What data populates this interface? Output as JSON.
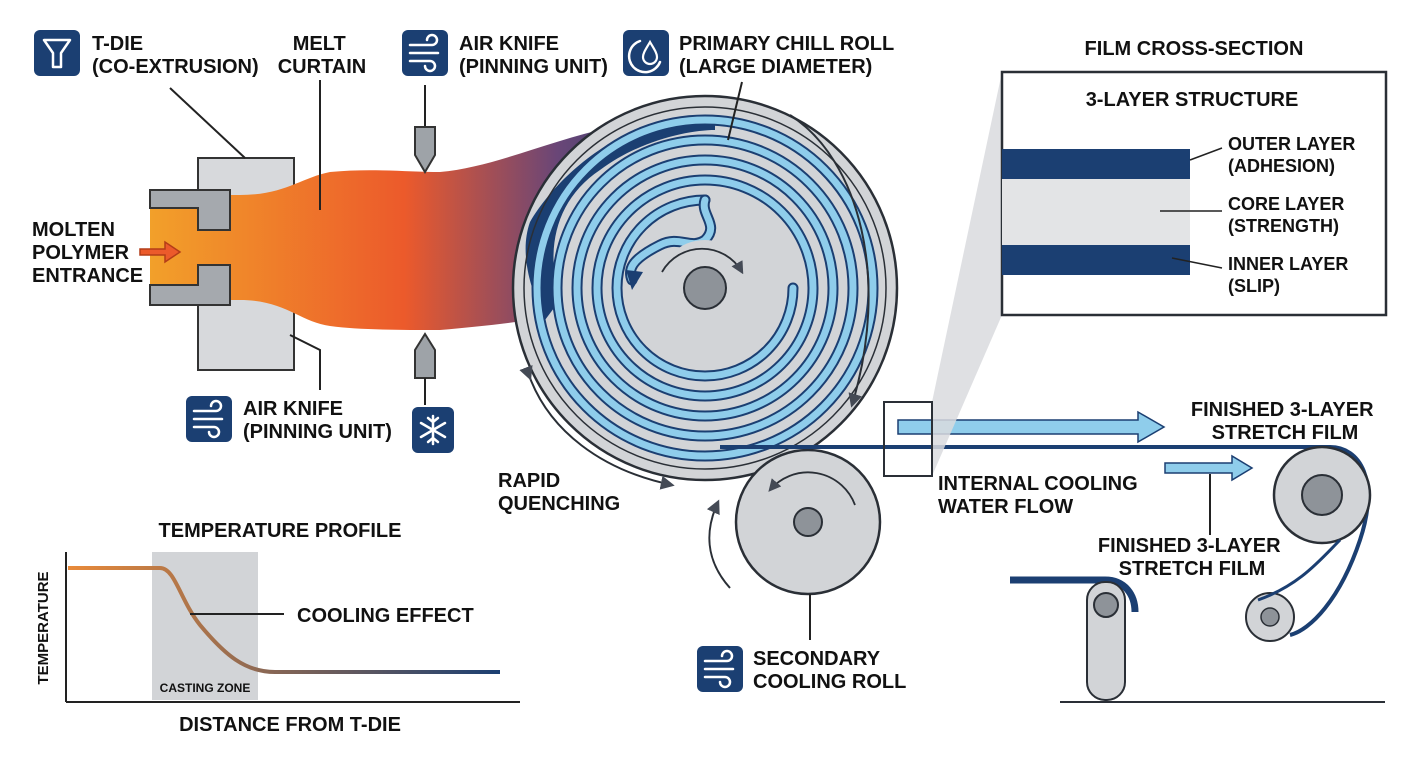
{
  "labels": {
    "t_die": [
      "T-DIE",
      "(CO-EXTRUSION)"
    ],
    "melt_curtain": [
      "MELT",
      "CURTAIN"
    ],
    "air_knife_top": [
      "AIR KNIFE",
      "(PINNING UNIT)"
    ],
    "chill_roll": [
      "PRIMARY CHILL ROLL",
      "(LARGE DIAMETER)"
    ],
    "molten_polymer": [
      "MOLTEN",
      "POLYMER",
      "ENTRANCE"
    ],
    "air_knife_bottom": [
      "AIR KNIFE",
      "(PINNING UNIT)"
    ],
    "rapid_quenching": [
      "RAPID",
      "QUENCHING"
    ],
    "internal_cooling": [
      "INTERNAL COOLING",
      "WATER FLOW"
    ],
    "finished_film_1": [
      "FINISHED 3-LAYER",
      "STRETCH FILM"
    ],
    "finished_film_2": [
      "FINISHED 3-LAYER",
      "STRETCH FILM"
    ],
    "secondary_roll": [
      "SECONDARY",
      "COOLING ROLL"
    ]
  },
  "cross_section": {
    "title": "FILM CROSS-SECTION",
    "structure": "3-LAYER STRUCTURE",
    "outer": [
      "OUTER LAYER",
      "(ADHESION)"
    ],
    "core": [
      "CORE LAYER",
      "(STRENGTH)"
    ],
    "inner": [
      "INNER LAYER",
      "(SLIP)"
    ]
  },
  "temperature_chart": {
    "title": "TEMPERATURE PROFILE",
    "ylabel": "TEMPERATURE",
    "xlabel": "DISTANCE FROM T-DIE",
    "zone_label": "CASTING ZONE",
    "annotation": "COOLING EFFECT"
  },
  "icons": {
    "t_die": "funnel-icon",
    "air_knife_top": "wind-icon",
    "chill_roll": "water-drop-icon",
    "air_knife_bottom": "wind-icon",
    "snowflake": "snowflake-icon",
    "secondary_roll": "wind-icon"
  },
  "colors": {
    "navy": "#1b3f72",
    "light_blue": "#8fcdeb",
    "orange": "#f2a02a",
    "red_orange": "#ec5a2b",
    "gray": "#d2d4d7"
  }
}
